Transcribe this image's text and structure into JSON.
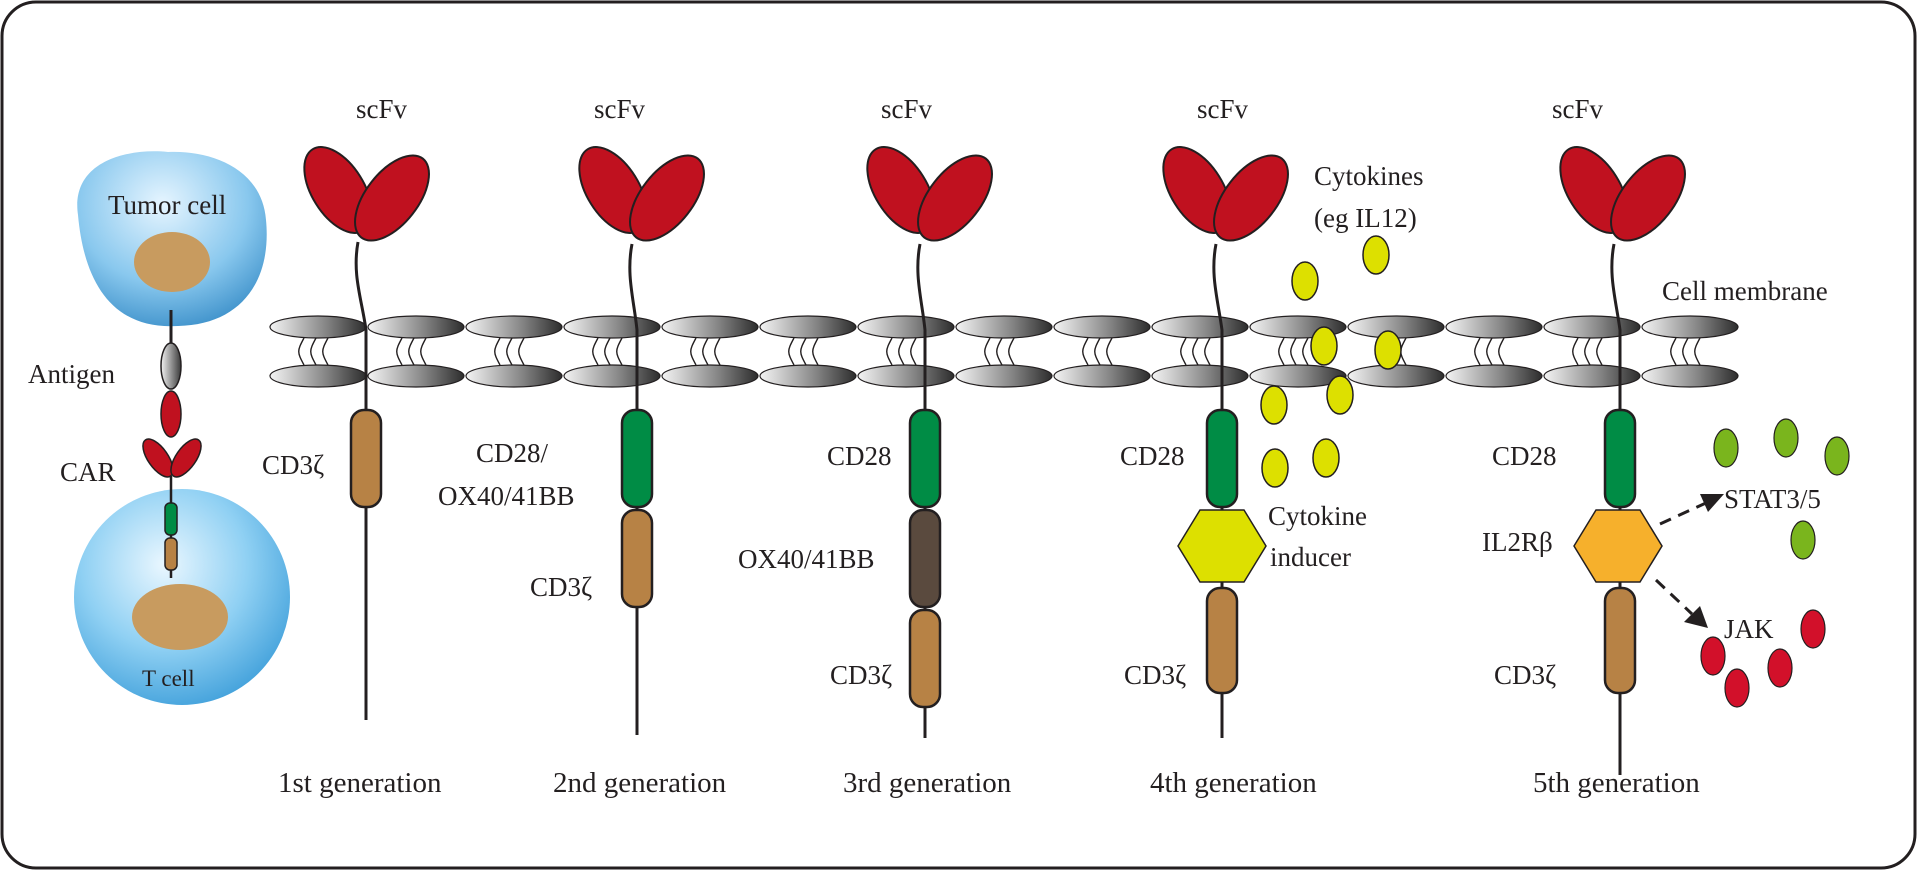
{
  "overview": {
    "tumor_cell_label": "Tumor cell",
    "antigen_label": "Antigen",
    "car_label": "CAR",
    "t_cell_label": "T cell"
  },
  "membrane_label": "Cell membrane",
  "generations": [
    {
      "scfv_label": "scFv",
      "name": "1st generation",
      "domains": [
        {
          "label": "CD3ζ",
          "color": "#b78245"
        }
      ]
    },
    {
      "scfv_label": "scFv",
      "name": "2nd generation",
      "domains": [
        {
          "label_lines": [
            "CD28/",
            "OX40/41BB"
          ],
          "color": "#008c45"
        },
        {
          "label": "CD3ζ",
          "color": "#b78245"
        }
      ]
    },
    {
      "scfv_label": "scFv",
      "name": "3rd generation",
      "domains": [
        {
          "label": "CD28",
          "color": "#008c45"
        },
        {
          "label": "OX40/41BB",
          "color": "#5a4a3e"
        },
        {
          "label": "CD3ζ",
          "color": "#b78245"
        }
      ]
    },
    {
      "scfv_label": "scFv",
      "name": "4th generation",
      "domains": [
        {
          "label": "CD28",
          "color": "#008c45"
        },
        {
          "label_lines": [
            "Cytokine",
            "inducer"
          ],
          "color": "#dde000",
          "shape": "hexagon"
        },
        {
          "label": "CD3ζ",
          "color": "#b78245"
        }
      ],
      "cytokines_label_lines": [
        "Cytokines",
        "(eg IL12)"
      ]
    },
    {
      "scfv_label": "scFv",
      "name": "5th generation",
      "domains": [
        {
          "label": "CD28",
          "color": "#008c45"
        },
        {
          "label": "IL2Rβ",
          "color": "#f6b02c",
          "shape": "hexagon"
        },
        {
          "label": "CD3ζ",
          "color": "#b78245"
        }
      ],
      "stat_label": "STAT3/5",
      "jak_label": "JAK"
    }
  ],
  "colors": {
    "scfv": "#c0111f",
    "cd3z": "#b78245",
    "cd28": "#008c45",
    "ox40": "#5a4a3e",
    "cytokine_dot": "#dde000",
    "il2rb": "#f6b02c",
    "stat_dot": "#7ab51d",
    "jak_dot": "#d2102a",
    "cell_blue": "#6fc3ef",
    "nucleus": "#c89b5f"
  }
}
